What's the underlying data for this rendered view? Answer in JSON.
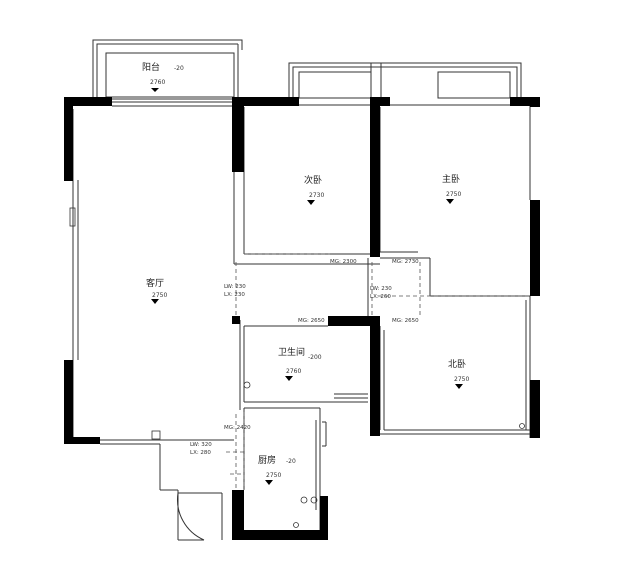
{
  "rooms": {
    "balcony": {
      "name": "阳台",
      "offset": "-20",
      "height": "2760"
    },
    "living": {
      "name": "客厅",
      "height": "2750"
    },
    "second_bedroom": {
      "name": "次卧",
      "height": "2730"
    },
    "master_bedroom": {
      "name": "主卧",
      "height": "2750"
    },
    "north_bedroom": {
      "name": "北卧",
      "height": "2750"
    },
    "bathroom": {
      "name": "卫生间",
      "offset": "-200",
      "height": "2760"
    },
    "kitchen": {
      "name": "厨房",
      "offset": "-20",
      "height": "2750"
    }
  },
  "dims": {
    "corridor_lw": "LW: 230",
    "corridor_lx": "LX: 230",
    "hall_lw": "LW: 230",
    "hall_lx": "LX: 260",
    "mg_second": "MG: 2300",
    "mg_master": "MG: 2730",
    "mg_bath": "MG: 2650",
    "mg_north": "MG: 2650",
    "mg_kitchen": "MG: 2420",
    "kitchen_lw": "LW: 320",
    "kitchen_lx": "LX: 280"
  },
  "colors": {
    "wall": "#000000",
    "line": "#333333",
    "dash": "#555555"
  }
}
